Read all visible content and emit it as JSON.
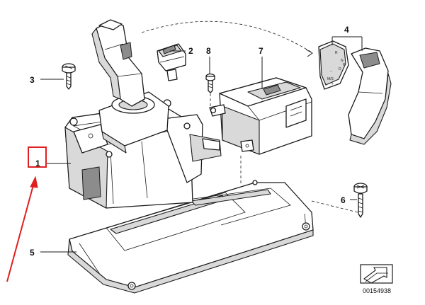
{
  "callouts": {
    "c1": "1",
    "c2": "2",
    "c3": "3",
    "c4": "4",
    "c5": "5",
    "c6": "6",
    "c7": "7",
    "c8": "8"
  },
  "gear_labels": {
    "r": "R",
    "n": "N",
    "d": "D",
    "p": "P",
    "ms": "M/S",
    "minus": "–",
    "plus": "+"
  },
  "diagram_code": "00154938",
  "colors": {
    "highlight": "#e02020",
    "line": "#1a1a1a",
    "shade": "#d9d9d9"
  },
  "icons": {
    "direction_icon": "arrow-box-icon"
  }
}
